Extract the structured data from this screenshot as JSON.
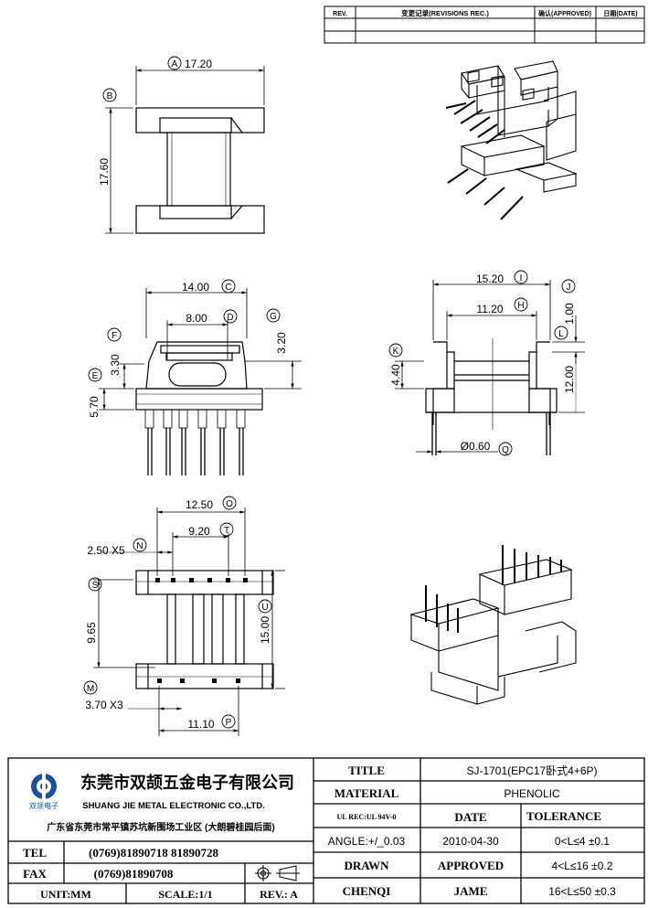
{
  "revision_table": {
    "headers": [
      "REV.",
      "变更记录(REVISIONS REC.)",
      "确认(APPROVED)",
      "日期(DATE)"
    ]
  },
  "dimensions": {
    "A": {
      "letter": "A",
      "value": "17.20"
    },
    "B": {
      "letter": "B",
      "value": "17.60"
    },
    "C": {
      "letter": "C",
      "value": "14.00"
    },
    "D": {
      "letter": "D",
      "value": "8.00"
    },
    "E": {
      "letter": "E",
      "value": "5.70"
    },
    "F": {
      "letter": "F",
      "value": "3.30"
    },
    "G": {
      "letter": "G",
      "value": "3.20"
    },
    "H": {
      "letter": "H",
      "value": "11.20"
    },
    "I": {
      "letter": "I",
      "value": "15.20"
    },
    "J": {
      "letter": "J",
      "value": "1.00"
    },
    "K": {
      "letter": "K",
      "value": "4.40"
    },
    "L": {
      "letter": "L",
      "value": "12.00"
    },
    "M": {
      "letter": "M",
      "value": "3.70 X3"
    },
    "N": {
      "letter": "N",
      "value": "2.50 X5"
    },
    "O": {
      "letter": "O",
      "value": "12.50"
    },
    "P": {
      "letter": "P",
      "value": "11.10"
    },
    "Q": {
      "letter": "Q",
      "value": "Ø0.60"
    },
    "S": {
      "letter": "S",
      "value": "9.65"
    },
    "T": {
      "letter": "T",
      "value": "9.20"
    },
    "U": {
      "letter": "U",
      "value": "15.00"
    }
  },
  "title_block": {
    "company_cn": "东莞市双颉五金电子有限公司",
    "company_en": "SHUANG JIE METAL ELECTRONIC CO.,LTD.",
    "logo_text": "双颉电子",
    "address": "广东省东莞市常平镇苏坑新围场工业区 (大朗碧桂园后面)",
    "tel_label": "TEL",
    "tel_value": "(0769)81890718 81890728",
    "fax_label": "FAX",
    "fax_value": "(0769)81890708",
    "unit": "UNIT:MM",
    "scale": "SCALE:1/1",
    "rev": "REV.: A",
    "title_label": "TITLE",
    "title_value": "SJ-1701(EPC17卧式4+6P)",
    "material_label": "MATERIAL",
    "material_value": "PHENOLIC",
    "ul_label": "UL REC:UL 94V-0",
    "date_label": "DATE",
    "tolerance_label": "TOLERANCE",
    "angle": "ANGLE:+/_0.03",
    "date_value": "2010-04-30",
    "tol_1": "0<L≤4  ±0.1",
    "drawn_label": "DRAWN",
    "approved_label": "APPROVED",
    "tol_2": "4<L≤16  ±0.2",
    "checked_label": "CHENQI",
    "checked_value": "JAME",
    "tol_3": "16<L≤50  ±0.3"
  }
}
